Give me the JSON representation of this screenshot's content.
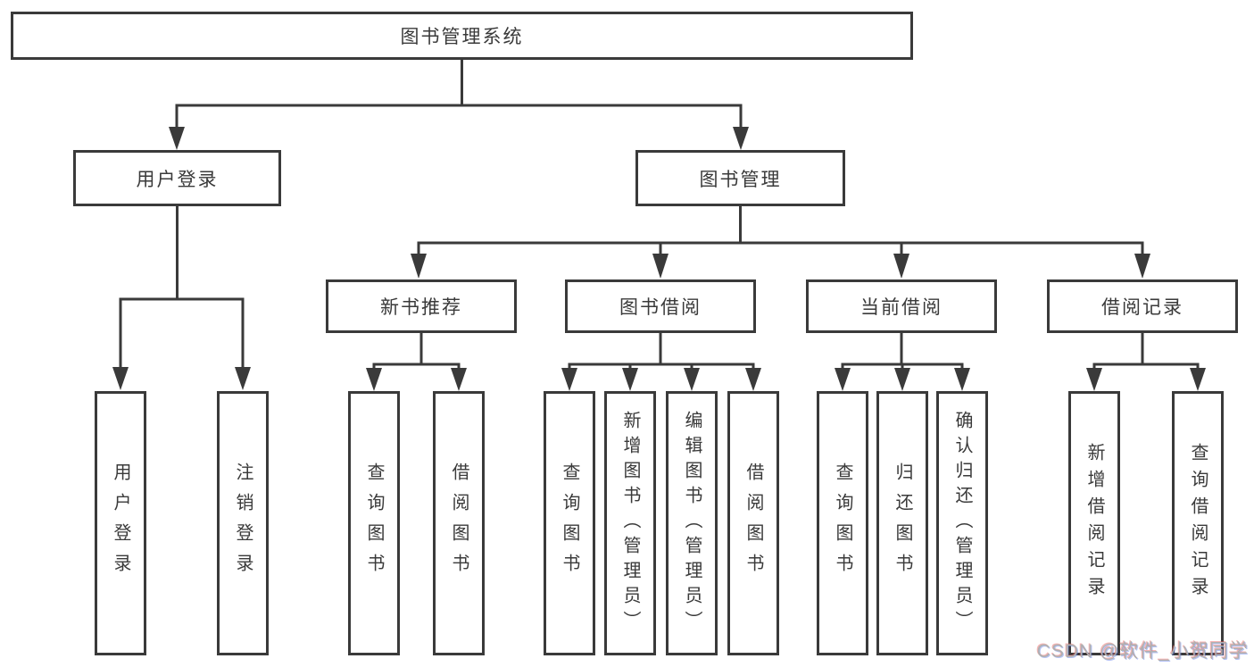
{
  "nodes": {
    "root": {
      "label": "图书管理系统"
    },
    "user_login": {
      "label": "用户登录",
      "children": {
        "login": {
          "label": "用户登录"
        },
        "logout": {
          "label": "注销登录"
        }
      }
    },
    "book_mgmt": {
      "label": "图书管理",
      "children": {
        "new_book_rec": {
          "label": "新书推荐",
          "children": {
            "query_books": {
              "label": "查询图书"
            },
            "borrow_books": {
              "label": "借阅图书"
            }
          }
        },
        "book_borrow": {
          "label": "图书借阅",
          "children": {
            "query_books": {
              "label": "查询图书"
            },
            "add_books": {
              "label": "新增图书（管理员）"
            },
            "edit_books": {
              "label": "编辑图书（管理员）"
            },
            "borrow_books": {
              "label": "借阅图书"
            }
          }
        },
        "current_borrow": {
          "label": "当前借阅",
          "children": {
            "query_books": {
              "label": "查询图书"
            },
            "return_books": {
              "label": "归还图书"
            },
            "confirm_return": {
              "label": "确认归还（管理员）"
            }
          }
        },
        "borrow_record": {
          "label": "借阅记录",
          "children": {
            "add_record": {
              "label": "新增借阅记录"
            },
            "query_record": {
              "label": "查询借阅记录"
            }
          }
        }
      }
    }
  },
  "watermark": {
    "text": "CSDN @软件_小贺同学"
  },
  "colors": {
    "line": "#3a3a3a",
    "box_border": "#3a3a3a",
    "text": "#3a3a3a",
    "background": "#ffffff",
    "watermark_text": "#b0b0b0"
  }
}
